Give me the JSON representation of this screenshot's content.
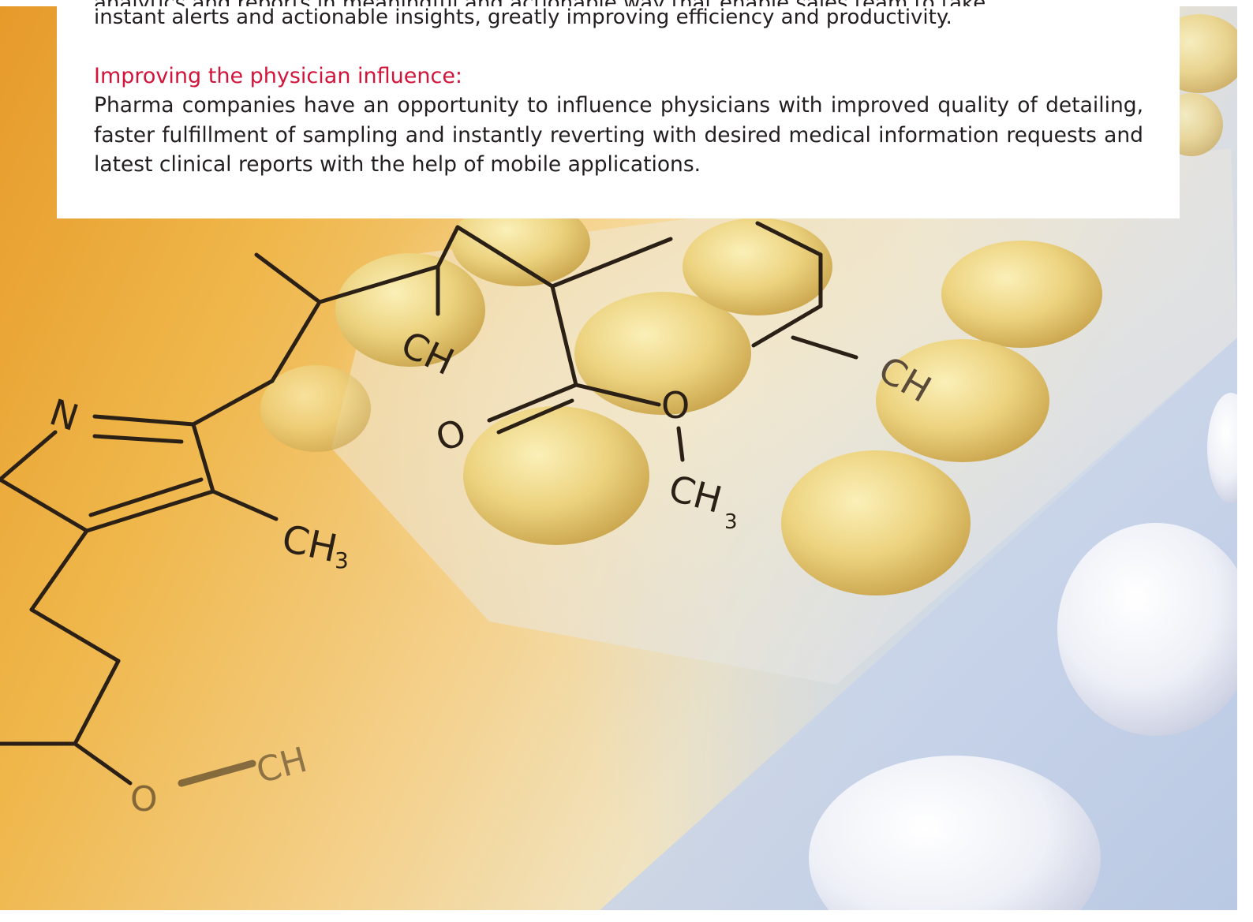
{
  "card": {
    "partial_line": "analytics and reports in meaningful and actionable way that enable sales team to take",
    "intro_line": "instant alerts and actionable insights, greatly improving efficiency and productivity.",
    "section": {
      "heading": "Improving the physician influence:",
      "body_lines": [
        "Pharma companies have an opportunity to influence physicians with improved quality of detailing,",
        "faster fulfillment of sampling and instantly reverting with desired medical information requests and",
        "latest clinical reports with the help of mobile applications."
      ]
    }
  },
  "photo": {
    "description_hidden": "",
    "chem_labels": {
      "n": "N",
      "o1": "O",
      "o2": "O",
      "o3": "O",
      "ch3_a": "CH",
      "ch3_b": "CH",
      "ch3_c": "CH",
      "ch3_d": "CH",
      "ch3_e": "CH",
      "sub3": "3"
    }
  },
  "colors": {
    "heading_red": "#d2143a",
    "body_text": "#231f20",
    "card_bg": "#ffffff"
  }
}
